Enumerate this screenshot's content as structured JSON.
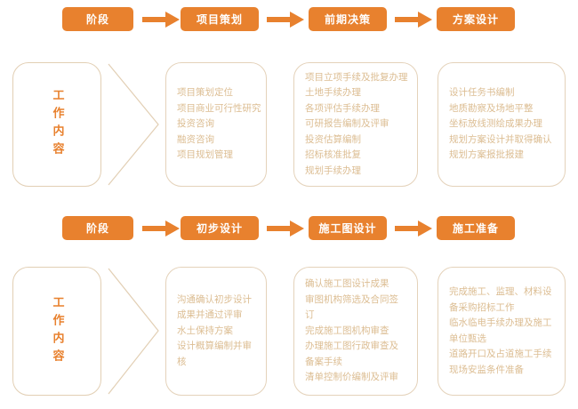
{
  "colors": {
    "accent": "#e8812e",
    "box_border": "#e4d2ba",
    "body_text": "#dcbd92",
    "background": "#ffffff"
  },
  "rows": [
    {
      "id": "row-1",
      "work_label": "工作内容",
      "stage_header_label": "阶段",
      "stages": [
        "项目策划",
        "前期决策",
        "方案设计"
      ],
      "arrow_icon": "arrow-right-icon",
      "chevron_icon": "chevron-right-icon",
      "boxes": [
        {
          "id": "box-planning",
          "lines": [
            "项目策划定位",
            "项目商业可行性研究",
            "投资咨询",
            "融资咨询",
            "项目规划管理"
          ]
        },
        {
          "id": "box-predecision",
          "lines": [
            "项目立项手续及批复办理",
            "土地手续办理",
            "各项评估手续办理",
            "可研报告编制及评审",
            "投资估算编制",
            "招标核准批复",
            "规划手续办理"
          ]
        },
        {
          "id": "box-scheme-design",
          "lines": [
            "设计任务书编制",
            "地质勘察及场地平整",
            "坐标放线测绘成果办理",
            "规划方案设计并取得确认",
            "规划方案报批报建"
          ]
        }
      ]
    },
    {
      "id": "row-2",
      "work_label": "工作内容",
      "stage_header_label": "阶段",
      "stages": [
        "初步设计",
        "施工图设计",
        "施工准备"
      ],
      "arrow_icon": "arrow-right-icon",
      "chevron_icon": "chevron-right-icon",
      "boxes": [
        {
          "id": "box-preliminary-design",
          "wrap": true,
          "lines": [
            "沟通确认初步设计成果并通过评审",
            "水土保持方案",
            "设计概算编制并审核"
          ]
        },
        {
          "id": "box-construction-drawing",
          "wrap": true,
          "lines": [
            "确认施工图设计成果",
            "审图机构筛选及合同签订",
            "完成施工图机构审查",
            "办理施工图行政审查及备案手续",
            "清单控制价编制及评审"
          ]
        },
        {
          "id": "box-construction-prep",
          "wrap": true,
          "lines": [
            "完成施工、监理、材料设备采购招标工作",
            "临水临电手续办理及施工单位甄选",
            "道路开口及占道施工手续",
            "现场安监条件准备"
          ]
        }
      ]
    }
  ]
}
